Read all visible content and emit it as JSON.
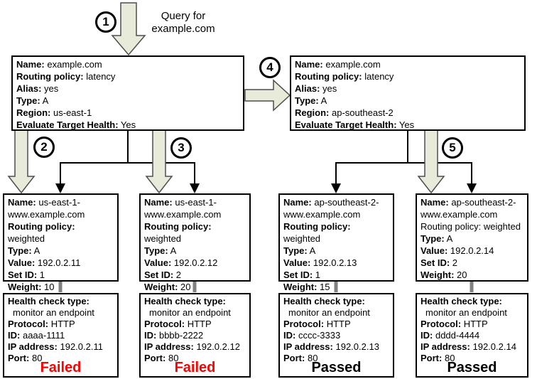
{
  "palette": {
    "arrow_fill": "#e9ebda",
    "arrow_stroke": "#4d4d4d",
    "line_color": "#000000",
    "connector_color": "#808080",
    "failed_color": "#ff0000",
    "passed_color": "#000000"
  },
  "query": {
    "text": "Query for example.com"
  },
  "steps": {
    "s1": "1",
    "s2": "2",
    "s3": "3",
    "s4": "4",
    "s5": "5"
  },
  "latency_records": [
    {
      "fields": [
        {
          "label": "Name:",
          "value": "example.com"
        },
        {
          "label": "Routing policy:",
          "value": "latency"
        },
        {
          "label": "Alias:",
          "value": "yes"
        },
        {
          "label": "Type:",
          "value": "A"
        },
        {
          "label": "Region:",
          "value": "us-east-1"
        },
        {
          "label": "Evaluate Target Health:",
          "value": "Yes"
        }
      ]
    },
    {
      "fields": [
        {
          "label": "Name:",
          "value": "example.com"
        },
        {
          "label": "Routing policy:",
          "value": "latency"
        },
        {
          "label": "Alias:",
          "value": "yes"
        },
        {
          "label": "Type:",
          "value": "A"
        },
        {
          "label": "Region:",
          "value": "ap-southeast-2"
        },
        {
          "label": "Evaluate Target Health:",
          "value": "Yes"
        }
      ]
    }
  ],
  "weighted_records": [
    {
      "fields": [
        {
          "label": "Name:",
          "value": "us-east-1-www.example.com"
        },
        {
          "label": "Routing policy:",
          "value": "weighted"
        },
        {
          "label": "Type:",
          "value": "A"
        },
        {
          "label": "Value:",
          "value": "192.0.2.11"
        },
        {
          "label": "Set ID:",
          "value": "1"
        },
        {
          "label": "Weight:",
          "value": "10"
        }
      ]
    },
    {
      "fields": [
        {
          "label": "Name:",
          "value": "us-east-1-www.example.com"
        },
        {
          "label": "Routing policy:",
          "value": "weighted"
        },
        {
          "label": "Type:",
          "value": "A"
        },
        {
          "label": "Value:",
          "value": "192.0.2.12"
        },
        {
          "label": "Set ID:",
          "value": "2"
        },
        {
          "label": "Weight:",
          "value": "20"
        }
      ]
    },
    {
      "fields": [
        {
          "label": "Name:",
          "value": "ap-southeast-2-www.example.com"
        },
        {
          "label": "Routing policy:",
          "value": "weighted"
        },
        {
          "label": "Type:",
          "value": "A"
        },
        {
          "label": "Value:",
          "value": "192.0.2.13"
        },
        {
          "label": "Set ID:",
          "value": "1"
        },
        {
          "label": "Weight:",
          "value": "15"
        }
      ]
    },
    {
      "fields": [
        {
          "label": "Name:",
          "value": "ap-southeast-2-www.example.com"
        },
        {
          "label": "Routing policy:",
          "value": "weighted"
        },
        {
          "label": "Type:",
          "value": "A"
        },
        {
          "label": "Value:",
          "value": "192.0.2.14"
        },
        {
          "label": "Set ID:",
          "value": "2"
        },
        {
          "label": "Weight:",
          "value": "20"
        }
      ]
    }
  ],
  "health_checks": [
    {
      "fields": [
        {
          "label": "Health check type:",
          "value": ""
        },
        {
          "label": "",
          "value": "monitor an endpoint"
        },
        {
          "label": "Protocol:",
          "value": "HTTP"
        },
        {
          "label": "ID:",
          "value": "aaaa-1111"
        },
        {
          "label": "IP address:",
          "value": "192.0.2.11"
        },
        {
          "label": "Port:",
          "value": "80"
        }
      ],
      "status": "Failed"
    },
    {
      "fields": [
        {
          "label": "Health check type:",
          "value": ""
        },
        {
          "label": "",
          "value": "monitor an endpoint"
        },
        {
          "label": "Protocol:",
          "value": "HTTP"
        },
        {
          "label": "ID:",
          "value": "bbbb-2222"
        },
        {
          "label": "IP address:",
          "value": "192.0.2.12"
        },
        {
          "label": "Port:",
          "value": "80"
        }
      ],
      "status": "Failed"
    },
    {
      "fields": [
        {
          "label": "Health check type:",
          "value": ""
        },
        {
          "label": "",
          "value": "monitor an endpoint"
        },
        {
          "label": "Protocol:",
          "value": "HTTP"
        },
        {
          "label": "ID:",
          "value": "cccc-3333"
        },
        {
          "label": "IP address:",
          "value": "192.0.2.13"
        },
        {
          "label": "Port:",
          "value": "80"
        }
      ],
      "status": "Passed"
    },
    {
      "fields": [
        {
          "label": "Health check type:",
          "value": ""
        },
        {
          "label": "",
          "value": "monitor an endpoint"
        },
        {
          "label": "Protocol:",
          "value": "HTTP"
        },
        {
          "label": "ID:",
          "value": "dddd-4444"
        },
        {
          "label": "IP address:",
          "value": "192.0.2.14"
        },
        {
          "label": "Port:",
          "value": "80"
        }
      ],
      "status": "Passed"
    }
  ]
}
